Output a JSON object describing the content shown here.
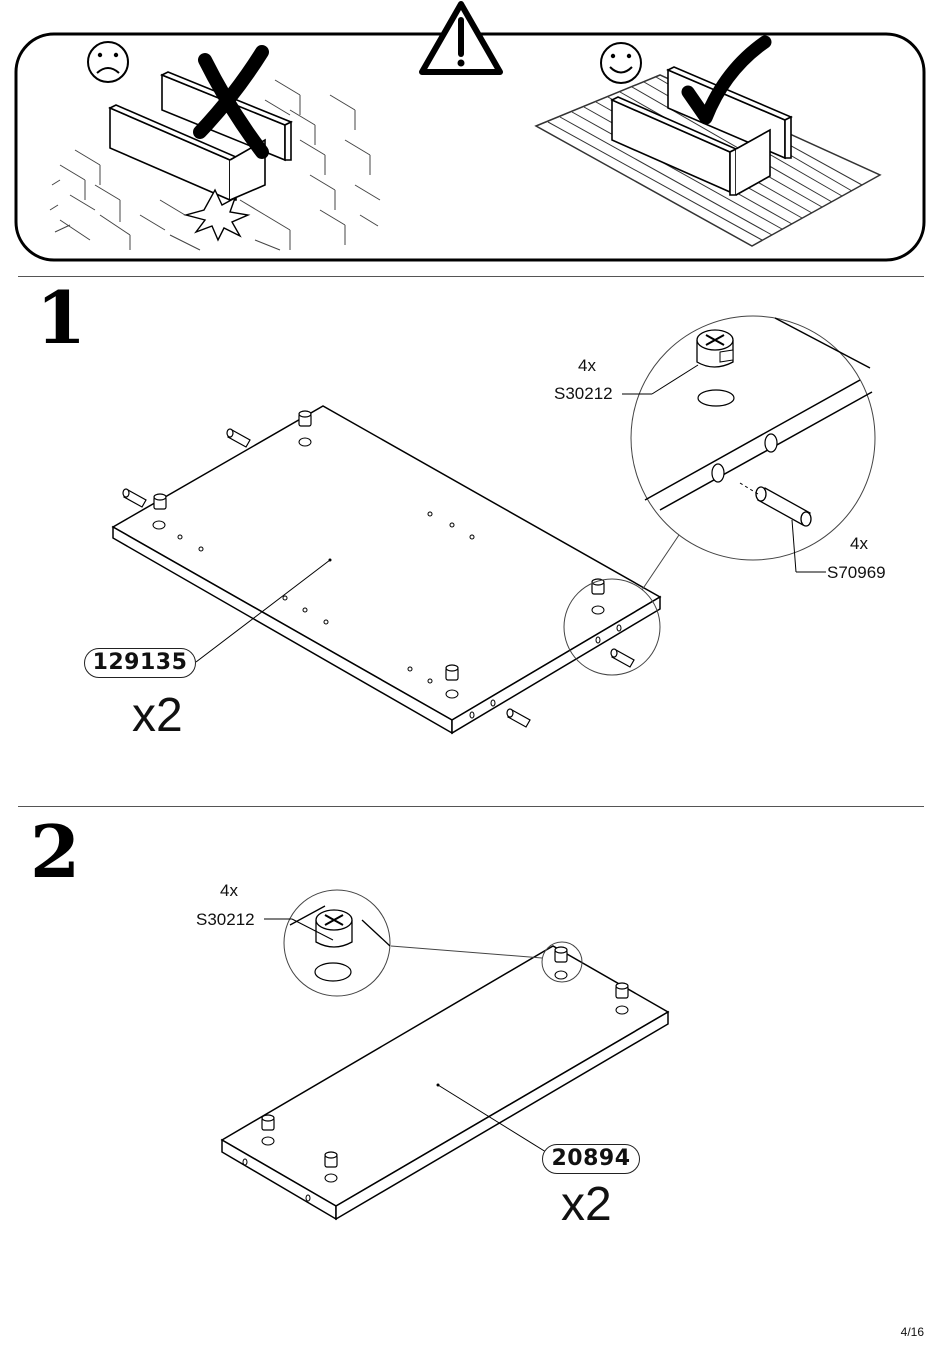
{
  "warning": {
    "bad_face": "sad-face-icon",
    "good_face": "smiley-face-icon",
    "warning_symbol": "warning-triangle-icon",
    "bad_mark": "cross-mark-icon",
    "good_mark": "check-mark-icon"
  },
  "step1": {
    "number": "1",
    "callout_cam": {
      "qty": "4x",
      "code": "S30212"
    },
    "callout_dowel": {
      "qty": "4x",
      "code": "S70969"
    },
    "panel_code": "129135",
    "multiplier": "x2"
  },
  "step2": {
    "number": "2",
    "callout_cam": {
      "qty": "4x",
      "code": "S30212"
    },
    "panel_code": "20894",
    "multiplier": "x2"
  },
  "page_number": "4/16"
}
